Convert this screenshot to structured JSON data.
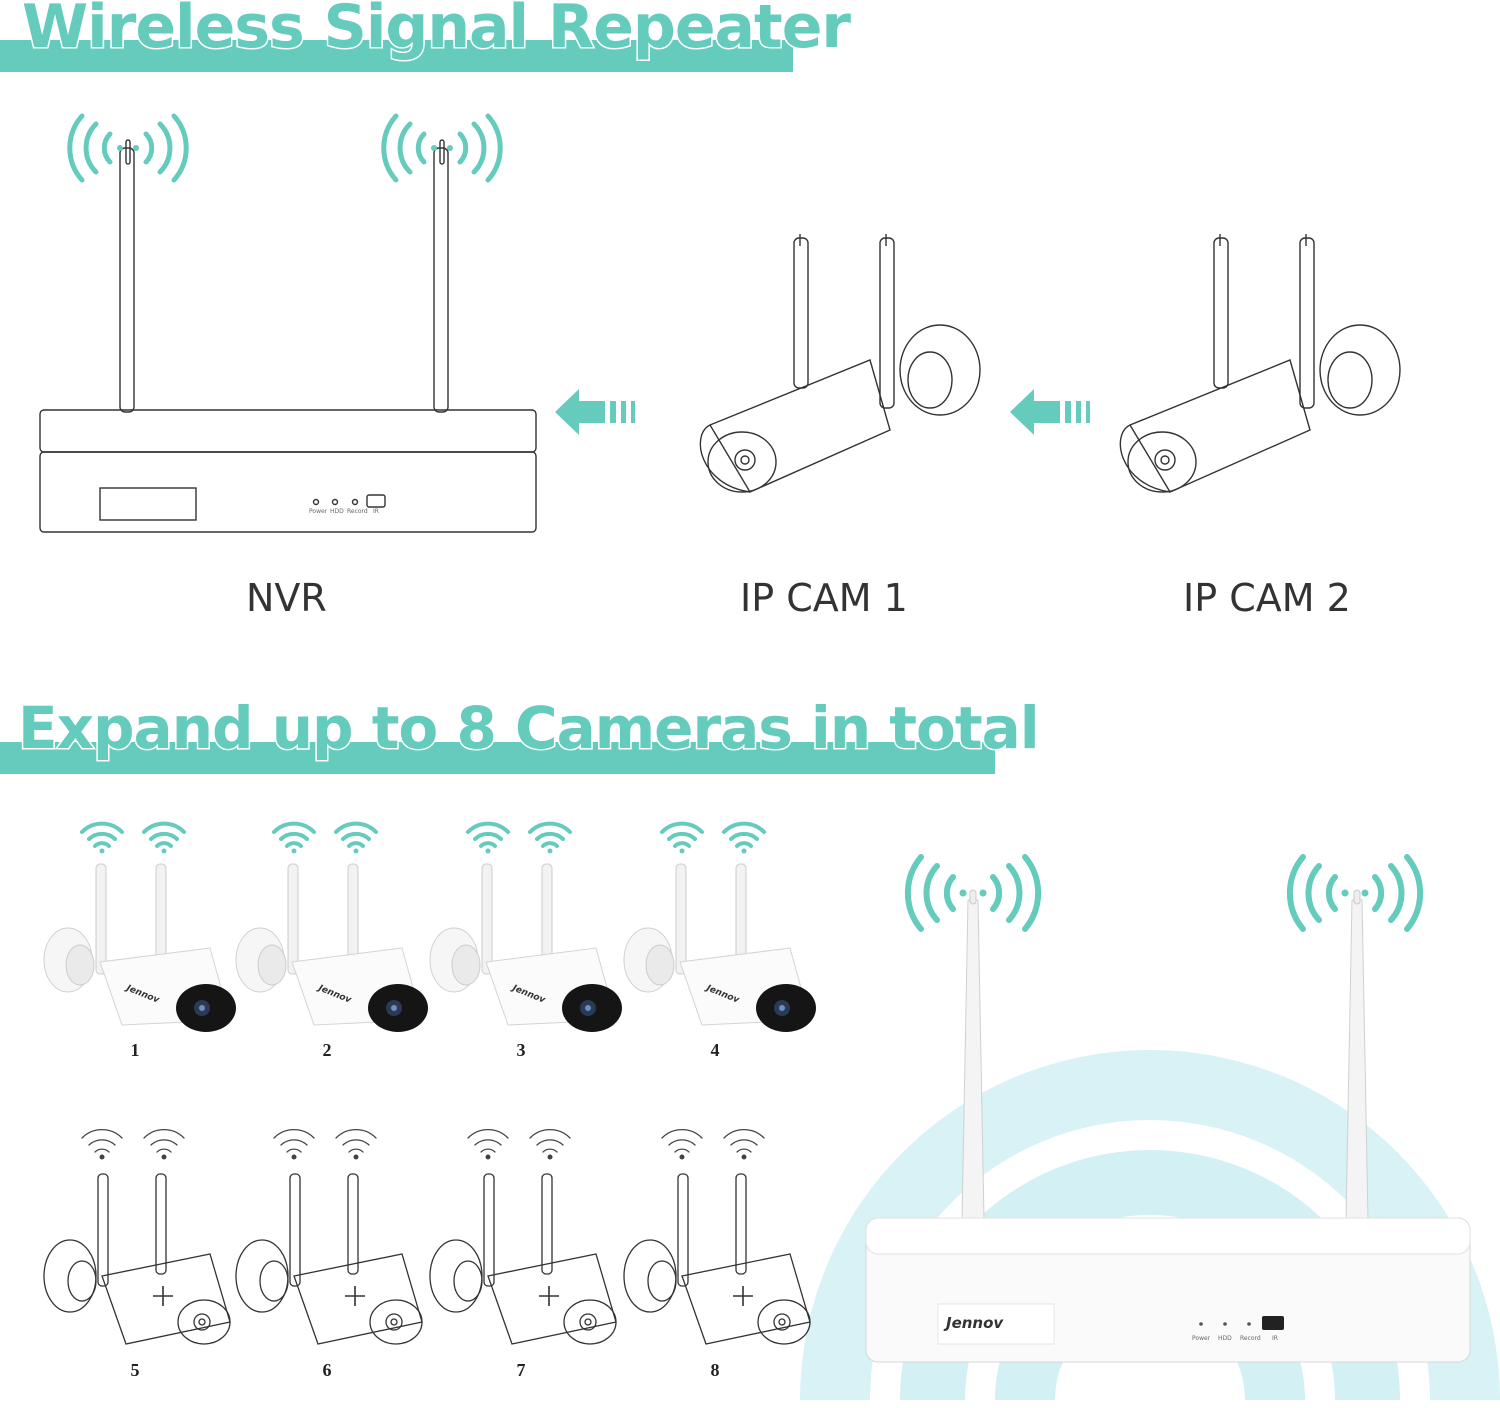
{
  "section1": {
    "title": "Wireless Signal Repeater",
    "nvr_label": "NVR",
    "cam1_label": "IP CAM 1",
    "cam2_label": "IP CAM 2"
  },
  "section2": {
    "title": "Expand up to 8 Cameras in total",
    "cameras_row1": [
      "1",
      "2",
      "3",
      "4"
    ],
    "cameras_row2": [
      "5",
      "6",
      "7",
      "8"
    ]
  },
  "nvr_panel": {
    "indicators": [
      "Power",
      "HDD",
      "Record",
      "IR"
    ]
  },
  "brand": "Jennov",
  "colors": {
    "accent": "#64cbbd",
    "outline": "#333333",
    "ripple": "#cdeef3"
  },
  "icons": [
    "wifi-signal-icon",
    "arrow-left-icon",
    "plus-icon",
    "antenna-icon"
  ]
}
